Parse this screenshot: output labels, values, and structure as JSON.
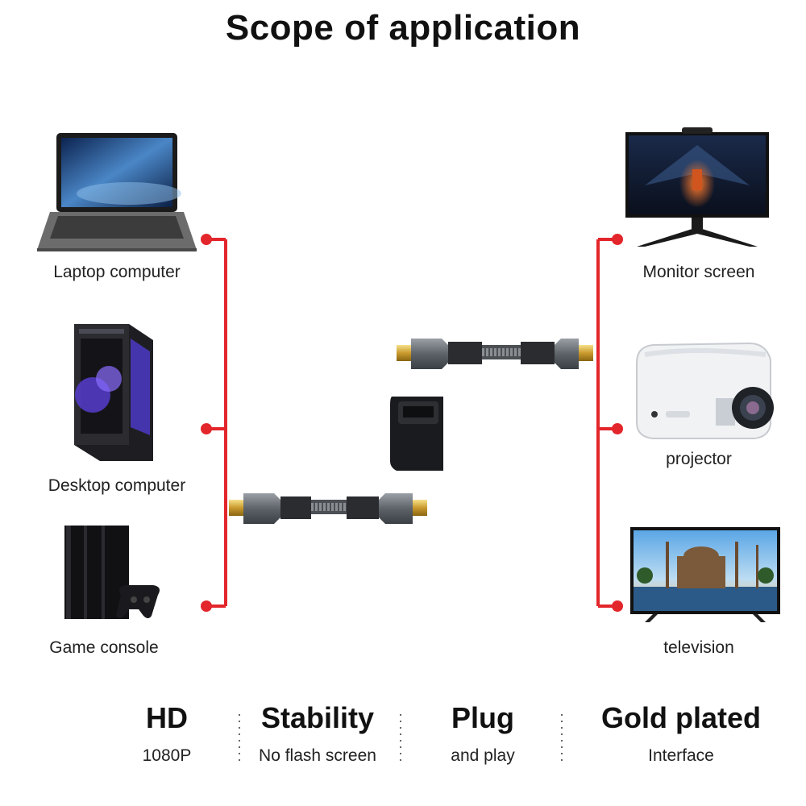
{
  "title": "Scope of application",
  "left_devices": [
    {
      "label": "Laptop computer",
      "icon": "laptop-icon"
    },
    {
      "label": "Desktop computer",
      "icon": "desktop-tower-icon"
    },
    {
      "label": "Game console",
      "icon": "game-console-icon"
    }
  ],
  "right_devices": [
    {
      "label": "Monitor screen",
      "icon": "monitor-icon"
    },
    {
      "label": "projector",
      "icon": "projector-icon"
    },
    {
      "label": "television",
      "icon": "television-icon"
    }
  ],
  "features": [
    {
      "title": "HD",
      "subtitle": "1080P"
    },
    {
      "title": "Stability",
      "subtitle": "No flash screen"
    },
    {
      "title": "Plug",
      "subtitle": "and play"
    },
    {
      "title": "Gold plated",
      "subtitle": "Interface"
    }
  ],
  "colors": {
    "connector": "#e3262b",
    "text": "#111111"
  }
}
